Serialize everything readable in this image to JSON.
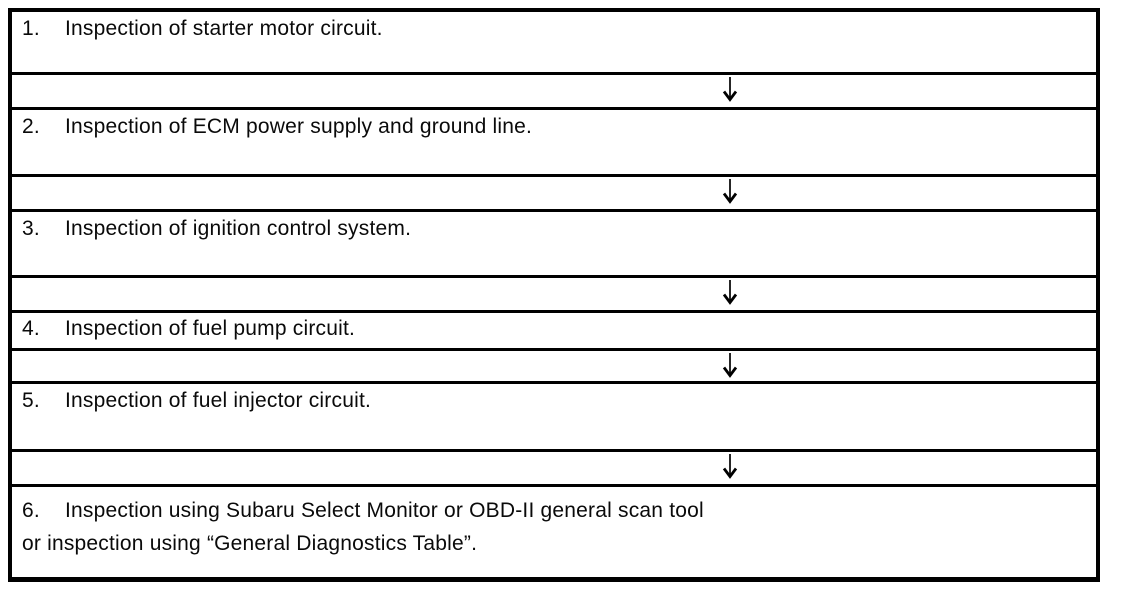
{
  "flowchart": {
    "steps": [
      {
        "number": "1.",
        "text": "Inspection of starter motor circuit."
      },
      {
        "number": "2.",
        "text": "Inspection of ECM power supply and ground line."
      },
      {
        "number": "3.",
        "text": "Inspection of ignition control system."
      },
      {
        "number": "4.",
        "text": "Inspection of fuel pump circuit."
      },
      {
        "number": "5.",
        "text": "Inspection of fuel injector circuit."
      },
      {
        "number": "6.",
        "text": "Inspection using Subaru Select Monitor or OBD-II general scan tool",
        "text2": "or inspection using “General Diagnostics Table”."
      }
    ],
    "connector": "down-arrow",
    "colors": {
      "border": "#000000",
      "text": "#0a0a0a",
      "background": "#ffffff"
    }
  }
}
